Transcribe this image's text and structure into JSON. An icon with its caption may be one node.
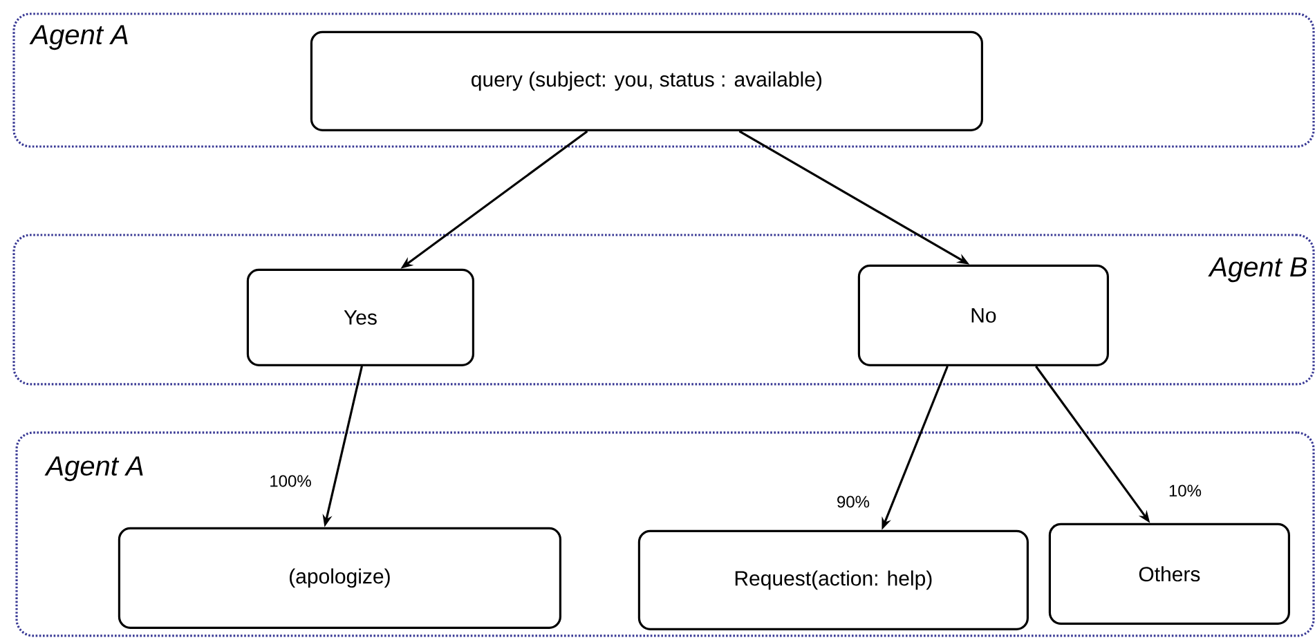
{
  "diagram": {
    "nodes": [
      {
        "text": [
          "Agent A"
        ]
      },
      {
        "text": [
          "query (subject: you, status : available)"
        ],
        "in": 0
      },
      {
        "text": [
          "Agent B"
        ]
      },
      {
        "text": [
          "Yes"
        ],
        "in": 2
      },
      {
        "text": [
          "No"
        ],
        "in": 2
      },
      {
        "text": [
          "Agent A"
        ]
      },
      {
        "text": [
          "(apologize)"
        ],
        "in": 5
      },
      {
        "text": [
          "Request(action: help)"
        ],
        "in": 5
      },
      {
        "text": [
          "Others"
        ],
        "in": 5
      }
    ],
    "edges": [
      {
        "from": 1,
        "to": 3,
        "arrow": "to"
      },
      {
        "from": 1,
        "to": 4,
        "arrow": "to"
      },
      {
        "from": 3,
        "to": 6,
        "arrow": "to",
        "label": "100%"
      },
      {
        "from": 4,
        "to": 7,
        "arrow": "to",
        "label": "90%"
      },
      {
        "from": 4,
        "to": 8,
        "arrow": "to",
        "label": "10%"
      }
    ]
  }
}
